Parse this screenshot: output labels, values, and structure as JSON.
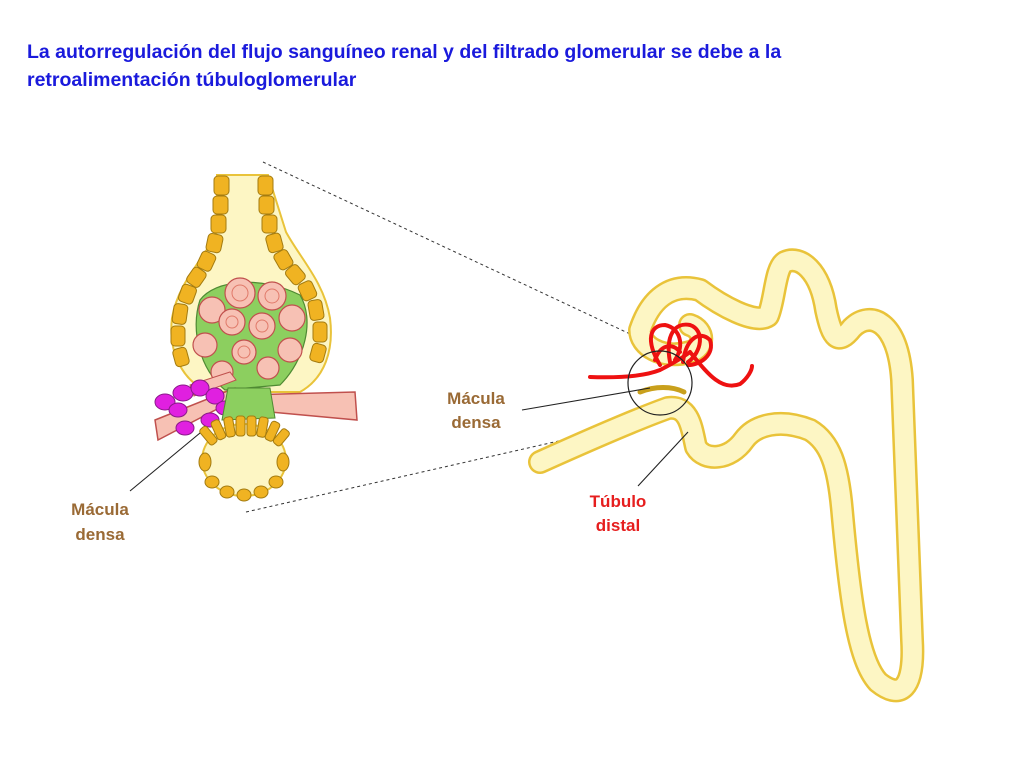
{
  "title": {
    "line1": "La autorregulación del flujo sanguíneo renal y del filtrado glomerular se debe a la",
    "line2": "retroalimentación túbuloglomerular"
  },
  "labels": {
    "macula_left": [
      "Mácula",
      "densa"
    ],
    "macula_right": [
      "Mácula",
      "densa"
    ],
    "tubulo": [
      "Túbulo",
      "distal"
    ]
  },
  "colors": {
    "title": "#1a1adc",
    "macula_label": "#9a6a35",
    "tubulo_label": "#e61e1e",
    "tubule_fill": "#fdf6c4",
    "tubule_border": "#e9c33a",
    "cell_orange": "#f0b322",
    "capillary_red": "#ee1111",
    "capillary_pink": "#f7c1b4",
    "mesangial_green": "#8ccf5f",
    "granular_magenta": "#e020e0"
  }
}
